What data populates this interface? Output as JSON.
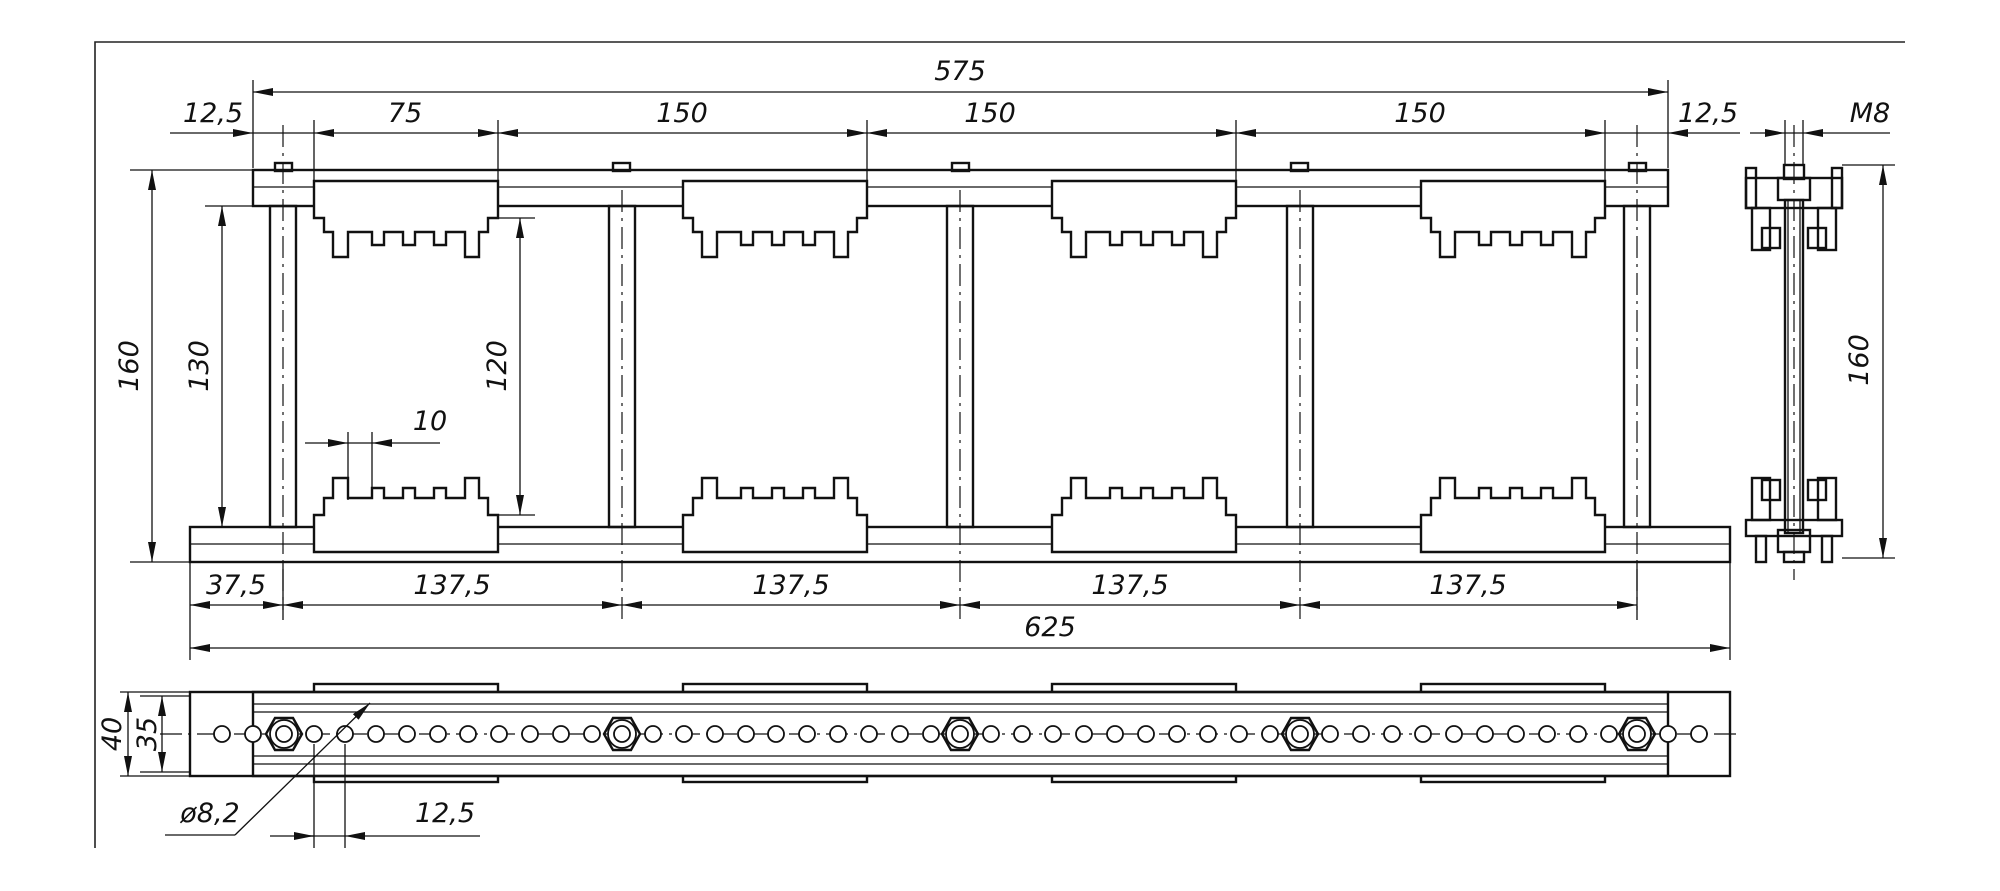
{
  "dims": {
    "overall_top": "575",
    "end_left": "12,5",
    "first_pitch": "75",
    "pitch_1": "150",
    "pitch_2": "150",
    "pitch_3": "150",
    "end_right": "12,5",
    "thread": "M8",
    "height_total": "160",
    "height_inner": "130",
    "comb_gap": "120",
    "slot_width": "10",
    "side_height": "160",
    "offset_left": "37,5",
    "post_pitch_1": "137,5",
    "post_pitch_2": "137,5",
    "post_pitch_3": "137,5",
    "post_pitch_4": "137,5",
    "overall_bottom": "625",
    "plan_width_outer": "40",
    "plan_width_inner": "35",
    "hole_diameter": "ø8,2",
    "hole_pitch": "12,5"
  }
}
